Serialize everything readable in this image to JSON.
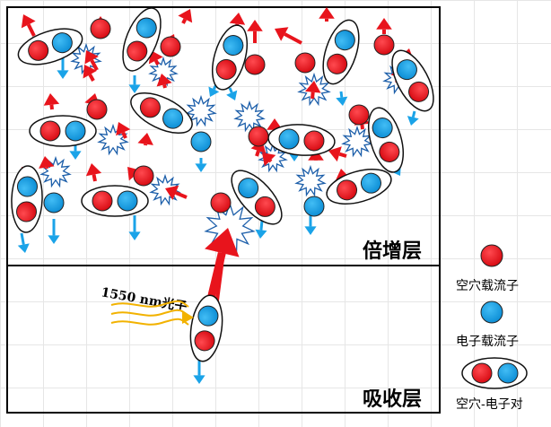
{
  "regions": {
    "multiplication_label": "倍增层",
    "absorption_label": "吸收层"
  },
  "photon": {
    "label": "1550 nm光子"
  },
  "legend": {
    "hole_label": "空穴载流子",
    "electron_label": "电子载流子",
    "pair_label": "空穴-电子对"
  },
  "colors": {
    "hole": "#e8141c",
    "electron": "#1aa3e8",
    "arrow_red": "#e8141c",
    "arrow_blue": "#1aa3e8",
    "photon": "#f2b200"
  }
}
